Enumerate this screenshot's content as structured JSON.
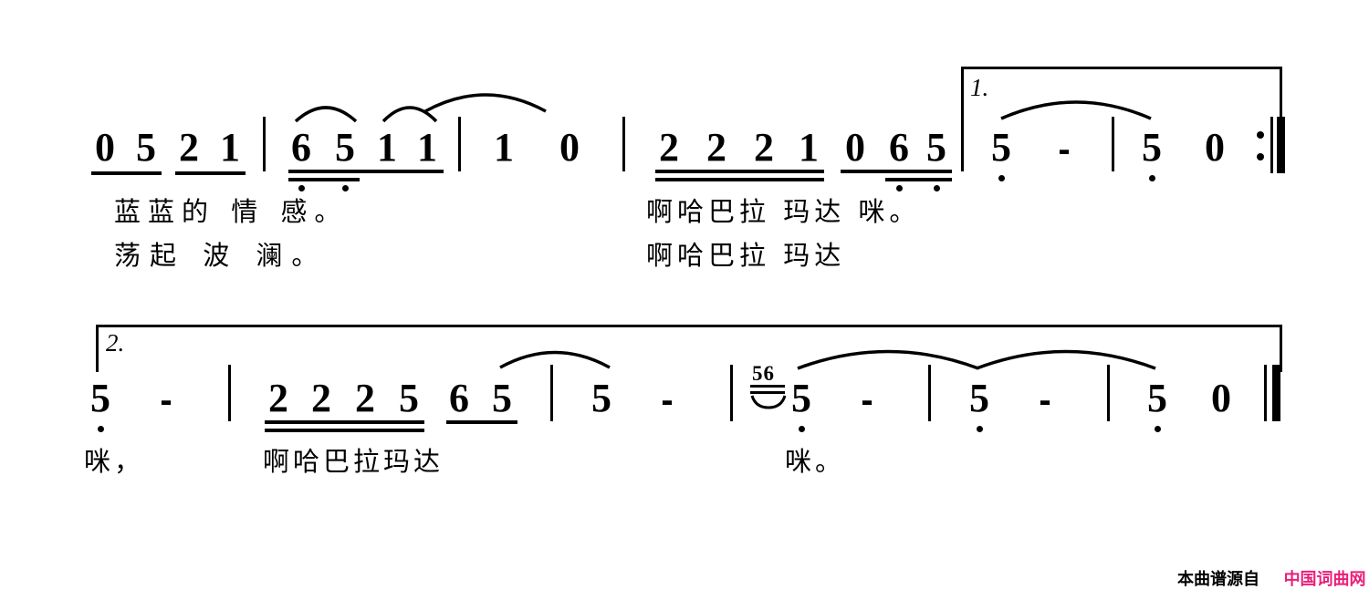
{
  "document": {
    "kind": "numbered-musical-notation",
    "title": "",
    "systems": [
      {
        "id": "system-1",
        "measures": [
          {
            "id": "m1",
            "pickup": true,
            "notes": [
              {
                "value": "0",
                "beams": 1,
                "octave": 0
              },
              {
                "value": "5",
                "beams": 1,
                "octave": 0
              },
              {
                "value": "2",
                "beams": 1,
                "octave": 0
              },
              {
                "value": "1",
                "beams": 1,
                "octave": 0
              }
            ]
          },
          {
            "id": "m2",
            "notes": [
              {
                "value": "6",
                "beams": 2,
                "octave": -1
              },
              {
                "value": "5",
                "beams": 2,
                "octave": -1
              },
              {
                "value": "1",
                "beams": 1,
                "octave": 0
              },
              {
                "value": "1",
                "beams": 0,
                "octave": 0
              }
            ],
            "slurs": [
              "6-5",
              "1-1",
              "1-tie-next"
            ]
          },
          {
            "id": "m3",
            "notes": [
              {
                "value": "1",
                "beams": 0,
                "octave": 0
              },
              {
                "value": "0",
                "beams": 0,
                "octave": 0
              }
            ]
          },
          {
            "id": "m4",
            "notes": [
              {
                "value": "2",
                "beams": 2,
                "octave": 0
              },
              {
                "value": "2",
                "beams": 2,
                "octave": 0
              },
              {
                "value": "2",
                "beams": 2,
                "octave": 0
              },
              {
                "value": "1",
                "beams": 2,
                "octave": 0
              },
              {
                "value": "0",
                "beams": 1,
                "octave": 0
              },
              {
                "value": "6",
                "beams": 1,
                "octave": -1
              },
              {
                "value": "5",
                "beams": 1,
                "octave": -1
              }
            ]
          },
          {
            "id": "m5",
            "ending": "1.",
            "notes": [
              {
                "value": "5",
                "beams": 0,
                "octave": -1
              },
              {
                "value": "-",
                "beams": 0,
                "octave": 0
              }
            ],
            "slurs": [
              "5-tie-next"
            ]
          },
          {
            "id": "m6",
            "notes": [
              {
                "value": "5",
                "beams": 0,
                "octave": -1
              },
              {
                "value": "0",
                "beams": 0,
                "octave": 0
              }
            ],
            "end": "repeat-end"
          }
        ]
      },
      {
        "id": "system-2",
        "measures": [
          {
            "id": "m7",
            "ending": "2.",
            "notes": [
              {
                "value": "5",
                "beams": 0,
                "octave": -1
              },
              {
                "value": "-",
                "beams": 0,
                "octave": 0
              }
            ]
          },
          {
            "id": "m8",
            "notes": [
              {
                "value": "2",
                "beams": 2,
                "octave": 0
              },
              {
                "value": "2",
                "beams": 2,
                "octave": 0
              },
              {
                "value": "2",
                "beams": 2,
                "octave": 0
              },
              {
                "value": "5",
                "beams": 2,
                "octave": 0
              },
              {
                "value": "6",
                "beams": 1,
                "octave": 0
              },
              {
                "value": "5",
                "beams": 1,
                "octave": 0
              }
            ]
          },
          {
            "id": "m9",
            "notes": [
              {
                "value": "5",
                "beams": 0,
                "octave": 0
              },
              {
                "value": "-",
                "beams": 0,
                "octave": 0
              }
            ],
            "slurs": [
              "5-slur"
            ]
          },
          {
            "id": "m10",
            "grace": {
              "notes": "56",
              "beams": 2
            },
            "notes": [
              {
                "value": "5",
                "beams": 0,
                "octave": -1
              },
              {
                "value": "-",
                "beams": 0,
                "octave": 0
              }
            ],
            "slurs": [
              "5-tie-next"
            ]
          },
          {
            "id": "m11",
            "notes": [
              {
                "value": "5",
                "beams": 0,
                "octave": -1
              },
              {
                "value": "-",
                "beams": 0,
                "octave": 0
              }
            ],
            "slurs": [
              "5-tie-next"
            ]
          },
          {
            "id": "m12",
            "notes": [
              {
                "value": "5",
                "beams": 0,
                "octave": -1
              },
              {
                "value": "0",
                "beams": 0,
                "octave": 0
              }
            ],
            "end": "final"
          }
        ]
      }
    ],
    "lyrics": {
      "system1_verse1": "蓝蓝的  情   感。",
      "system1_verse2": "荡起   波  澜。",
      "system1_verse1_b": "啊哈巴拉   玛达  咪。",
      "system1_verse2_b": "啊哈巴拉   玛达",
      "system2_verse1": "咪，",
      "system2_verse1_b": "啊哈巴拉玛达",
      "system2_verse1_c": "咪。"
    },
    "lyric_cells": {
      "s1v1": [
        "蓝",
        "蓝",
        "的",
        "情",
        "感",
        "。"
      ],
      "s1v2": [
        "荡",
        "起",
        "波",
        "澜",
        "。"
      ],
      "s1v1b": [
        "啊",
        "哈",
        "巴",
        "拉",
        "玛",
        "达",
        "咪",
        "。"
      ],
      "s1v2b": [
        "啊",
        "哈",
        "巴",
        "拉",
        "玛",
        "达"
      ],
      "s2": [
        "咪",
        "，",
        "啊",
        "哈",
        "巴",
        "拉",
        "玛",
        "达",
        "咪",
        "。"
      ]
    },
    "endings": {
      "first": "1.",
      "second": "2."
    },
    "grace_note": {
      "digits": "56"
    }
  },
  "credit": {
    "source_label": "本曲谱源自",
    "site_name": "中国词曲网",
    "site_color": "#ea1e79"
  }
}
